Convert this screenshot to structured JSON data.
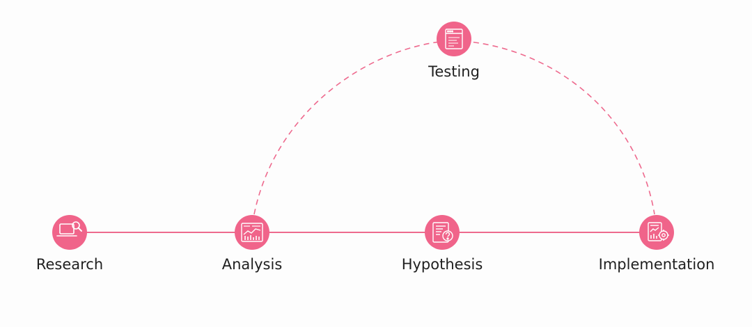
{
  "colors": {
    "accent": "#f0648a",
    "line": "#ee6a8e",
    "icon": "#ffffff",
    "text": "#1f1f1f",
    "background": "#fdfdfd"
  },
  "stages": {
    "research": {
      "label": "Research",
      "icon": "laptop-search-icon"
    },
    "analysis": {
      "label": "Analysis",
      "icon": "chart-analysis-icon"
    },
    "hypothesis": {
      "label": "Hypothesis",
      "icon": "document-question-icon"
    },
    "implementation": {
      "label": "Implementation",
      "icon": "report-gear-icon"
    },
    "testing": {
      "label": "Testing",
      "icon": "browser-window-icon"
    }
  },
  "connections": [
    {
      "from": "Research",
      "to": "Analysis",
      "style": "solid"
    },
    {
      "from": "Analysis",
      "to": "Hypothesis",
      "style": "solid"
    },
    {
      "from": "Hypothesis",
      "to": "Implementation",
      "style": "solid"
    },
    {
      "from": "Analysis",
      "to": "Testing",
      "style": "dashed"
    },
    {
      "from": "Testing",
      "to": "Implementation",
      "style": "dashed"
    }
  ]
}
